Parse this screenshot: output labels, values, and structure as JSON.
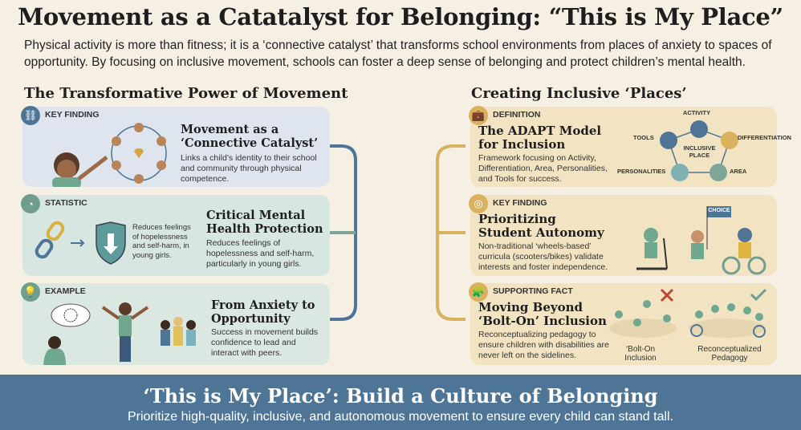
{
  "header": {
    "title": "Movement as a Catatalyst for Belonging: “This is My Place”",
    "subtitle": "Physical activity is more than fitness; it is a ‘connective catalyst’ that transforms school environments from places of anxiety to spaces of opportunity. By focusing on inclusive movement, schools can foster a deep sense of belonging and protect children’s mental health."
  },
  "left": {
    "heading": "The Transformative Power of Movement",
    "cards": [
      {
        "tag": "KEY FINDING",
        "title": "Movement as a ‘Connective Catalyst’",
        "body": "Links a child’s identity to their school and community through physical competence."
      },
      {
        "tag": "STATISTIC",
        "title": "Critical Mental Health Protection",
        "body": "Reduces feelings of hopelessness and self-harm, particularly in young girls.",
        "side_note": "Reduces feelings of hopelessness and self-harm, in young girls."
      },
      {
        "tag": "EXAMPLE",
        "title": "From Anxiety to Opportunity",
        "body": "Success in movement builds confidence to lead and interact with peers."
      }
    ]
  },
  "right": {
    "heading": "Creating Inclusive ‘Places’",
    "cards": [
      {
        "tag": "DEFINITION",
        "title": "The ADAPT Model for Inclusion",
        "body": "Framework focusing on Activity, Differentiation, Area, Personalities, and Tools for success.",
        "diagram": {
          "center": "INCLUSIVE PLACE",
          "nodes": [
            "ACTIVITY",
            "DIFFERENTIATION",
            "AREA",
            "PERSONALITIES",
            "TOOLS"
          ]
        }
      },
      {
        "tag": "KEY FINDING",
        "title": "Prioritizing Student Autonomy",
        "body": "Non-traditional ‘wheels-based’ curricula (scooters/bikes) validate interests and foster independence.",
        "flag": "CHOICE"
      },
      {
        "tag": "SUPPORTING FACT",
        "title": "Moving Beyond ‘Bolt-On’ Inclusion",
        "body": "Reconceptualizing pedagogy to ensure children with disabilities are never left on the sidelines.",
        "compare": [
          "‘Bolt-On Inclusion",
          "Reconceptualized Pedagogy"
        ]
      }
    ]
  },
  "banner": {
    "title": "‘This is My Place’: Build a Culture of Belonging",
    "subtitle": "Prioritize high-quality, inclusive, and autonomous movement to ensure every child can stand tall."
  },
  "colors": {
    "background": "#f5f0e3",
    "banner": "#4f7596",
    "blue": "#4f7596",
    "teal": "#6f9e8e",
    "gold": "#d9b15f"
  }
}
